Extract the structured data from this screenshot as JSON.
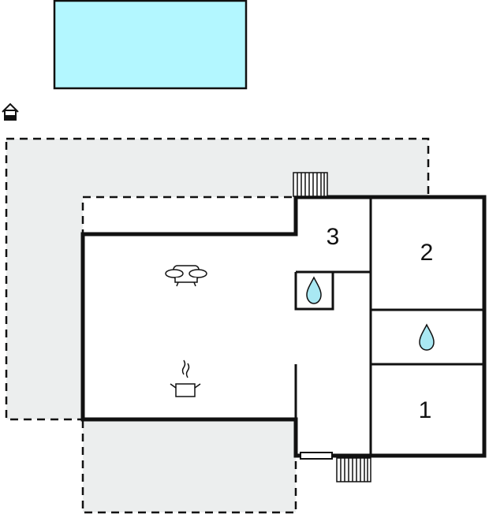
{
  "rooms": [
    {
      "number": "3"
    },
    {
      "number": "2"
    },
    {
      "number": "1"
    }
  ],
  "icons": {
    "sofa": "sofa-icon",
    "kitchen": "cooking-pot-icon",
    "bathroom": "water-drop-icon",
    "entrance": "house-entrance-icon"
  },
  "colors": {
    "pool": "#b3f7ff",
    "terrace": "#eceeee",
    "wall": "#111111",
    "drop": "#a9e8f3"
  }
}
